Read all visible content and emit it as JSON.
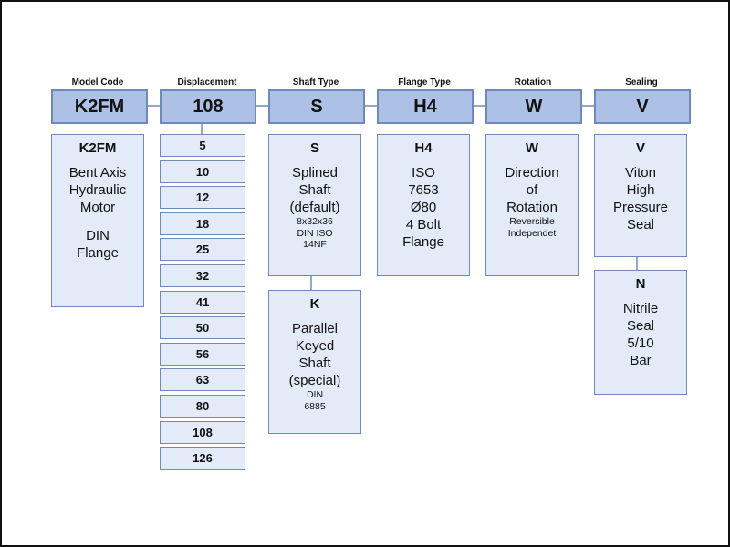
{
  "categories": [
    {
      "id": "model",
      "label": "Model Code",
      "code": "K2FM"
    },
    {
      "id": "displacement",
      "label": "Displacement",
      "code": "108"
    },
    {
      "id": "shaft",
      "label": "Shaft Type",
      "code": "S"
    },
    {
      "id": "flange",
      "label": "Flange Type",
      "code": "H4"
    },
    {
      "id": "rotation",
      "label": "Rotation",
      "code": "W"
    },
    {
      "id": "sealing",
      "label": "Sealing",
      "code": "V"
    }
  ],
  "model_option": {
    "code": "K2FM",
    "lines": [
      "Bent Axis",
      "Hydraulic",
      "Motor",
      "",
      "DIN",
      "Flange"
    ]
  },
  "displacement_options": [
    "5",
    "10",
    "12",
    "18",
    "25",
    "32",
    "41",
    "50",
    "56",
    "63",
    "80",
    "108",
    "126"
  ],
  "shaft_options": [
    {
      "code": "S",
      "lines": [
        "Splined",
        "Shaft",
        "(default)"
      ],
      "small_lines": [
        "8x32x36",
        "DIN ISO",
        "14NF"
      ]
    },
    {
      "code": "K",
      "lines": [
        "Parallel",
        "Keyed",
        "Shaft",
        "(special)"
      ],
      "small_lines": [
        "DIN",
        "6885"
      ]
    }
  ],
  "flange_option": {
    "code": "H4",
    "lines": [
      "ISO",
      "7653",
      "Ø80",
      "4 Bolt",
      "Flange"
    ]
  },
  "rotation_option": {
    "code": "W",
    "lines": [
      "Direction",
      "of",
      "Rotation"
    ],
    "small_lines": [
      "Reversible",
      "Independet"
    ]
  },
  "sealing_options": [
    {
      "code": "V",
      "lines": [
        "Viton",
        "High",
        "Pressure",
        "Seal"
      ]
    },
    {
      "code": "N",
      "lines": [
        "Nitrile",
        "Seal",
        "5/10",
        "Bar"
      ]
    }
  ]
}
